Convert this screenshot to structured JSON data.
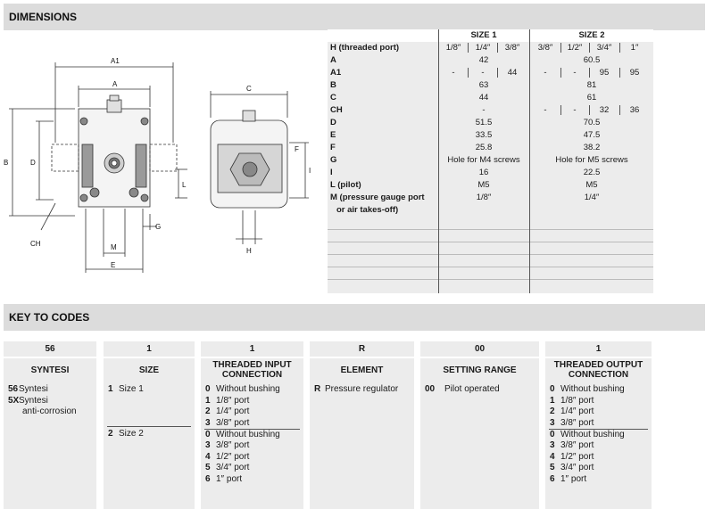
{
  "sections": {
    "dimensions": "DIMENSIONS",
    "key_to_codes": "KEY TO CODES"
  },
  "drawing_labels": {
    "a1": "A1",
    "a": "A",
    "b": "B",
    "d": "D",
    "l": "L",
    "g": "G",
    "m": "M",
    "e": "E",
    "ch": "CH",
    "c": "C",
    "f": "F",
    "i": "I",
    "h": "H"
  },
  "dim_table": {
    "size1": "SIZE 1",
    "size2": "SIZE 2",
    "h_label": "H (threaded port)",
    "h_sizes_1": [
      "1/8″",
      "1/4″",
      "3/8″"
    ],
    "h_sizes_2": [
      "3/8″",
      "1/2″",
      "3/4″",
      "1″"
    ],
    "rows": {
      "a": {
        "label": "A",
        "s1": "42",
        "s2": "60.5"
      },
      "a1": {
        "label": "A1",
        "s1": [
          "-",
          "-",
          "44"
        ],
        "s2": [
          "-",
          "-",
          "95",
          "95"
        ]
      },
      "b": {
        "label": "B",
        "s1": "63",
        "s2": "81"
      },
      "c": {
        "label": "C",
        "s1": "44",
        "s2": "61"
      },
      "ch": {
        "label": "CH",
        "s1": "-",
        "s2": [
          "-",
          "-",
          "32",
          "36"
        ]
      },
      "d": {
        "label": "D",
        "s1": "51.5",
        "s2": "70.5"
      },
      "e": {
        "label": "E",
        "s1": "33.5",
        "s2": "47.5"
      },
      "f": {
        "label": "F",
        "s1": "25.8",
        "s2": "38.2"
      },
      "g": {
        "label": "G",
        "s1": "Hole for M4 screws",
        "s2": "Hole for M5 screws"
      },
      "i": {
        "label": "I",
        "s1": "16",
        "s2": "22.5"
      },
      "l": {
        "label": "L (pilot)",
        "s1": "M5",
        "s2": "M5"
      },
      "m": {
        "label1": "M (pressure gauge port",
        "label2": "or air takes-off)",
        "s1": "1/8″",
        "s2": "1/4″"
      }
    }
  },
  "codes": {
    "syntesi": {
      "code": "56",
      "title": "SYNTESI",
      "opts": [
        [
          "56",
          "Syntesi"
        ],
        [
          "5X",
          "Syntesi"
        ]
      ],
      "extra": "anti-corrosion"
    },
    "size": {
      "code": "1",
      "title": "SIZE",
      "opts": [
        [
          "1",
          "Size 1"
        ],
        [
          "2",
          "Size 2"
        ]
      ]
    },
    "input": {
      "code": "1",
      "title1": "THREADED INPUT",
      "title2": "CONNECTION",
      "opts1": [
        [
          "0",
          "Without bushing"
        ],
        [
          "1",
          "1/8″ port"
        ],
        [
          "2",
          "1/4″ port"
        ],
        [
          "3",
          "3/8″ port"
        ]
      ],
      "opts2": [
        [
          "0",
          "Without bushing"
        ],
        [
          "3",
          "3/8″ port"
        ],
        [
          "4",
          "1/2″ port"
        ],
        [
          "5",
          "3/4″ port"
        ],
        [
          "6",
          "1″ port"
        ]
      ]
    },
    "element": {
      "code": "R",
      "title": "ELEMENT",
      "opts": [
        [
          "R",
          "Pressure regulator"
        ]
      ]
    },
    "setting": {
      "code": "00",
      "title": "SETTING RANGE",
      "opts": [
        [
          "00",
          "Pilot operated"
        ]
      ]
    },
    "output": {
      "code": "1",
      "title1": "THREADED OUTPUT",
      "title2": "CONNECTION",
      "opts1": [
        [
          "0",
          "Without bushing"
        ],
        [
          "1",
          "1/8″ port"
        ],
        [
          "2",
          "1/4″ port"
        ],
        [
          "3",
          "3/8″ port"
        ]
      ],
      "opts2": [
        [
          "0",
          "Without bushing"
        ],
        [
          "3",
          "3/8″ port"
        ],
        [
          "4",
          "1/2″ port"
        ],
        [
          "5",
          "3/4″ port"
        ],
        [
          "6",
          "1″ port"
        ]
      ]
    }
  }
}
